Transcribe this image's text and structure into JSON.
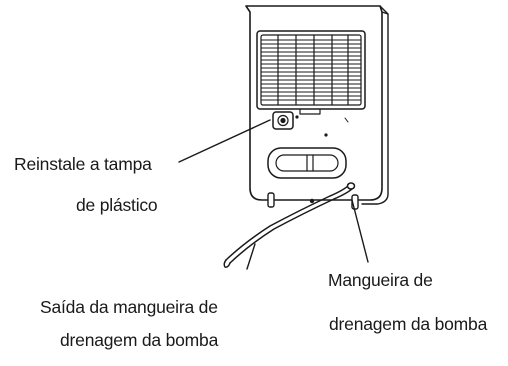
{
  "labels": {
    "cover_line1": "Reinstale a tampa",
    "cover_line2": "de plástico",
    "outlet_line1": "Saída da mangueira de",
    "outlet_line2": "drenagem da bomba",
    "hose_line1": "Mangueira de",
    "hose_line2": "drenagem da bomba"
  },
  "colors": {
    "stroke": "#1a1a1a",
    "text": "#1a1a1a",
    "background": "#ffffff"
  }
}
